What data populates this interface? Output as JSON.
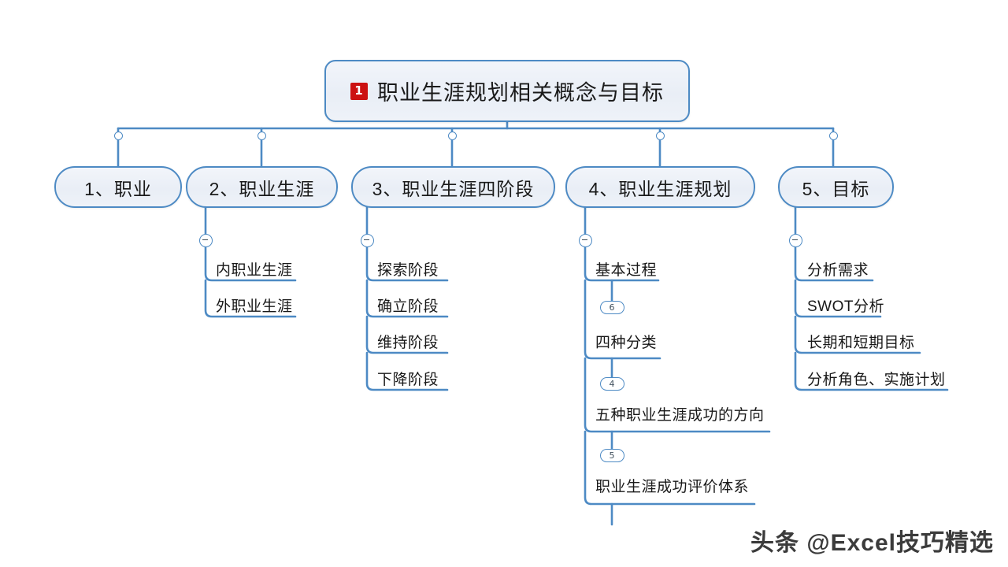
{
  "document": {
    "type": "mind-map",
    "background_color": "#ffffff",
    "line_color": "#4d8ac4",
    "node_fill_color": "#eef2f8",
    "node_border_color": "#4d8ac4",
    "text_color": "#181818",
    "badge_color": "#cc1111"
  },
  "root": {
    "badge_number": "1",
    "label": "职业生涯规划相关概念与目标"
  },
  "branches": [
    {
      "label": "1、职业",
      "toggle_icon": "",
      "children": []
    },
    {
      "label": "2、职业生涯",
      "toggle_icon": "minus",
      "children": [
        {
          "label": "内职业生涯"
        },
        {
          "label": "外职业生涯"
        }
      ]
    },
    {
      "label": "3、职业生涯四阶段",
      "toggle_icon": "minus",
      "children": [
        {
          "label": "探索阶段"
        },
        {
          "label": "确立阶段"
        },
        {
          "label": "维持阶段"
        },
        {
          "label": "下降阶段"
        }
      ]
    },
    {
      "label": "4、职业生涯规划",
      "toggle_icon": "minus",
      "children": [
        {
          "label": "基本过程",
          "collapsed_count": "6"
        },
        {
          "label": "四种分类",
          "collapsed_count": "4"
        },
        {
          "label": "五种职业生涯成功的方向",
          "collapsed_count": "5"
        },
        {
          "label": "职业生涯成功评价体系",
          "collapsed_count": ""
        }
      ]
    },
    {
      "label": "5、目标",
      "toggle_icon": "minus",
      "children": [
        {
          "label": "分析需求"
        },
        {
          "label": "SWOT分析"
        },
        {
          "label": "长期和短期目标"
        },
        {
          "label": "分析角色、实施计划"
        }
      ]
    }
  ],
  "watermark": {
    "text": "头条 @Excel技巧精选"
  }
}
